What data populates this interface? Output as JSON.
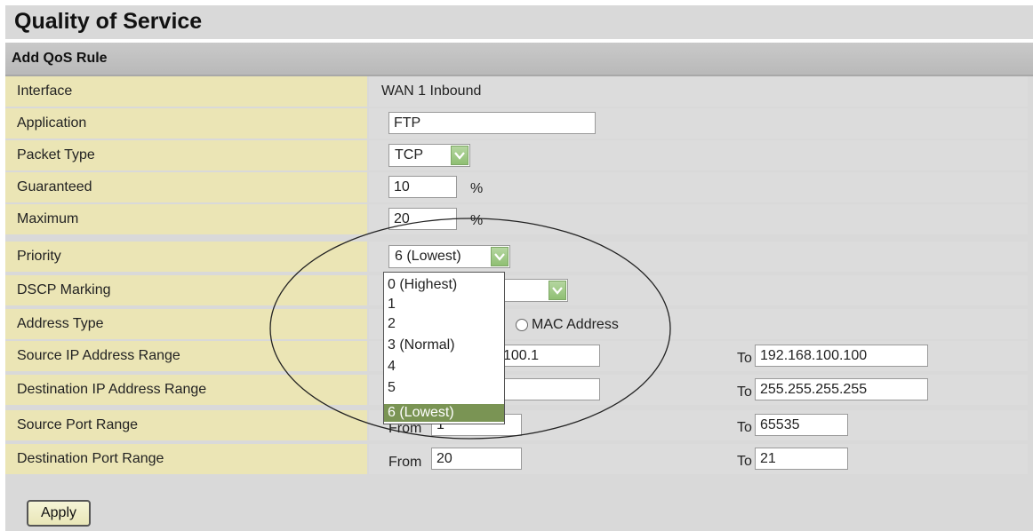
{
  "page_title": "Quality of Service",
  "section_title": "Add QoS Rule",
  "labels": {
    "interface": "Interface",
    "application": "Application",
    "packet_type": "Packet Type",
    "guaranteed": "Guaranteed",
    "maximum": "Maximum",
    "priority": "Priority",
    "dscp_marking": "DSCP Marking",
    "address_type": "Address Type",
    "source_ip_range": "Source IP Address Range",
    "dest_ip_range": "Destination IP Address Range",
    "source_port_range": "Source Port Range",
    "dest_port_range": "Destination Port Range"
  },
  "values": {
    "interface": "WAN 1 Inbound",
    "application": "FTP",
    "packet_type": "TCP",
    "guaranteed": "10",
    "maximum": "20",
    "percent_unit": "%",
    "priority": "6 (Lowest)",
    "address_type_mac": "MAC Address",
    "source_ip_from": "100.1",
    "source_ip_to": "192.168.100.100",
    "dest_ip_to": "255.255.255.255",
    "source_port_from": "1",
    "source_port_to": "65535",
    "dest_port_from": "20",
    "dest_port_to": "21"
  },
  "range_labels": {
    "from": "From",
    "to": "To"
  },
  "priority_options": [
    "0 (Highest)",
    "1",
    "2",
    "3 (Normal)",
    "4",
    "5",
    "6 (Lowest)"
  ],
  "priority_selected_index": 6,
  "apply_label": "Apply",
  "colors": {
    "label_bg": "#ebe5b5",
    "value_bg": "#dcdcdc",
    "select_accent": "#8fbf73",
    "selected_option": "#7a9454"
  },
  "icons": {
    "select_arrow": "chevron-down-icon",
    "radio": "radio-icon"
  }
}
